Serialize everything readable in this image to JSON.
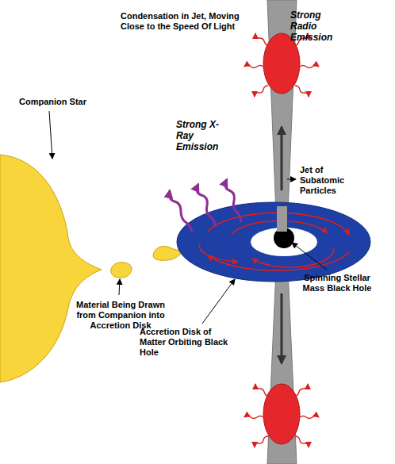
{
  "diagram": {
    "labels": [
      "Condensation in Jet, Moving Close to the Speed Of Light",
      "Strong Radio Emission",
      "Companion Star",
      "Strong X-Ray Emission",
      "Jet of Subatomic Particles",
      "Spinning Stellar Mass Black Hole",
      "Material Being Drawn from Companion into Accretion Disk",
      "Accretion Disk of Matter Orbiting Black Hole"
    ]
  }
}
